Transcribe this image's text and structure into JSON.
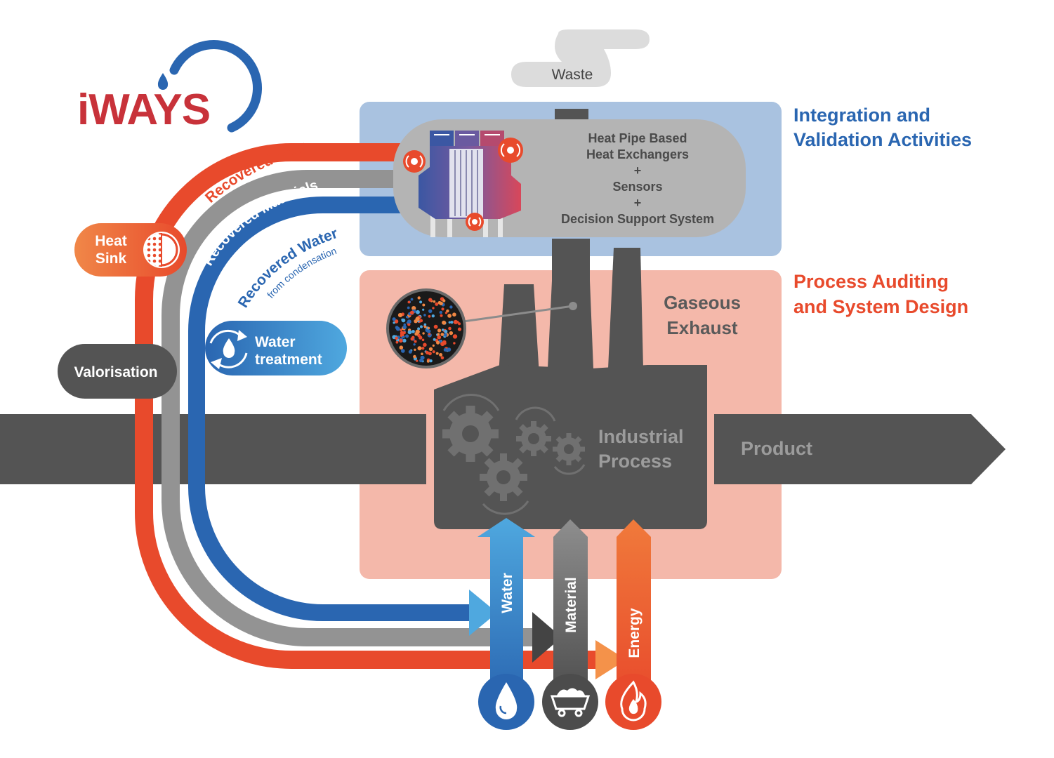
{
  "logo": {
    "text": "iWAYS"
  },
  "stack": {
    "smoke_label": "Waste",
    "hx_lines": [
      "Heat Pipe Based",
      "Heat Exchangers",
      "+",
      "Sensors",
      "+",
      "Decision Support System"
    ],
    "exhaust_label_line1": "Gaseous",
    "exhaust_label_line2": "Exhaust"
  },
  "zones": {
    "integration_line1": "Integration and",
    "integration_line2": "Validation Activities",
    "auditing_line1": "Process Auditing",
    "auditing_line2": "and System Design"
  },
  "process": {
    "label_line1": "Industrial",
    "label_line2": "Process",
    "output_label": "Product"
  },
  "flows": {
    "recovered_heat": "Recovered Heat",
    "recovered_materials": "Recovered Materials",
    "recovered_water": "Recovered Water",
    "recovered_water_note": "from condensation"
  },
  "pills": {
    "heat_sink_line1": "Heat",
    "heat_sink_line2": "Sink",
    "valorisation": "Valorisation",
    "water_treatment_line1": "Water",
    "water_treatment_line2": "treatment"
  },
  "inputs": {
    "water": "Water",
    "material": "Material",
    "energy": "Energy"
  },
  "colors": {
    "blue": "#2a66b1",
    "light_blue": "#4fa8df",
    "red": "#e84a2c",
    "orange": "#ef8743",
    "dark_gray": "#545454",
    "mid_gray": "#939393",
    "integration_zone": "#a9c2e0",
    "auditing_zone": "#f4b8aa"
  }
}
